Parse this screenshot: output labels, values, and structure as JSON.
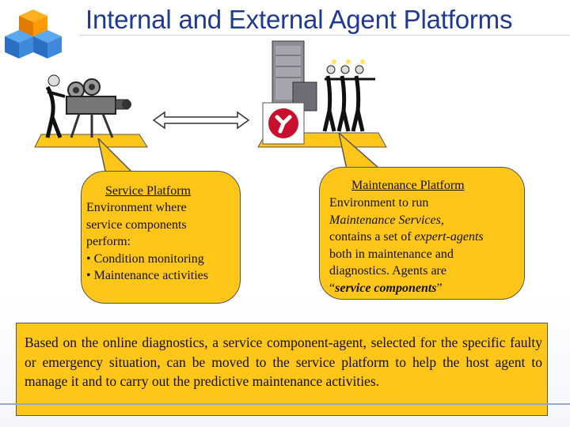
{
  "slide": {
    "title": "Internal and External Agent Platforms"
  },
  "service_platform": {
    "title": "Service Platform",
    "lines": [
      "Environment where",
      "service components",
      "perform:",
      "• Condition monitoring",
      "• Maintenance activities"
    ]
  },
  "maintenance_platform": {
    "title": "Maintenance Platform",
    "line1": "Environment to run",
    "line2_italic": "Maintenance Services",
    "line2_rest": ",",
    "line3_prefix": "contains a set of ",
    "line3_italic": "expert-agents",
    "line4": "both in maintenance and",
    "line5": "diagnostics. Agents are",
    "line6_open": "“",
    "line6_bolditalic": "service components",
    "line6_close": "”"
  },
  "summary": {
    "text": "Based on the online diagnostics, a service component-agent, selected for the specific faulty or emergency situation, can be moved to the service platform to help the host agent to manage it and to carry out the predictive maintenance activities."
  },
  "colors": {
    "title": "#1f3a93",
    "callout": "#ffc61a",
    "platform": "#ffc61a",
    "accent_red": "#c8102e"
  },
  "icons": [
    "cube-logo-icon",
    "movie-camera-operator-icon",
    "double-arrow-icon",
    "server-icon",
    "repair-wrench-icon",
    "agents-group-icon"
  ]
}
